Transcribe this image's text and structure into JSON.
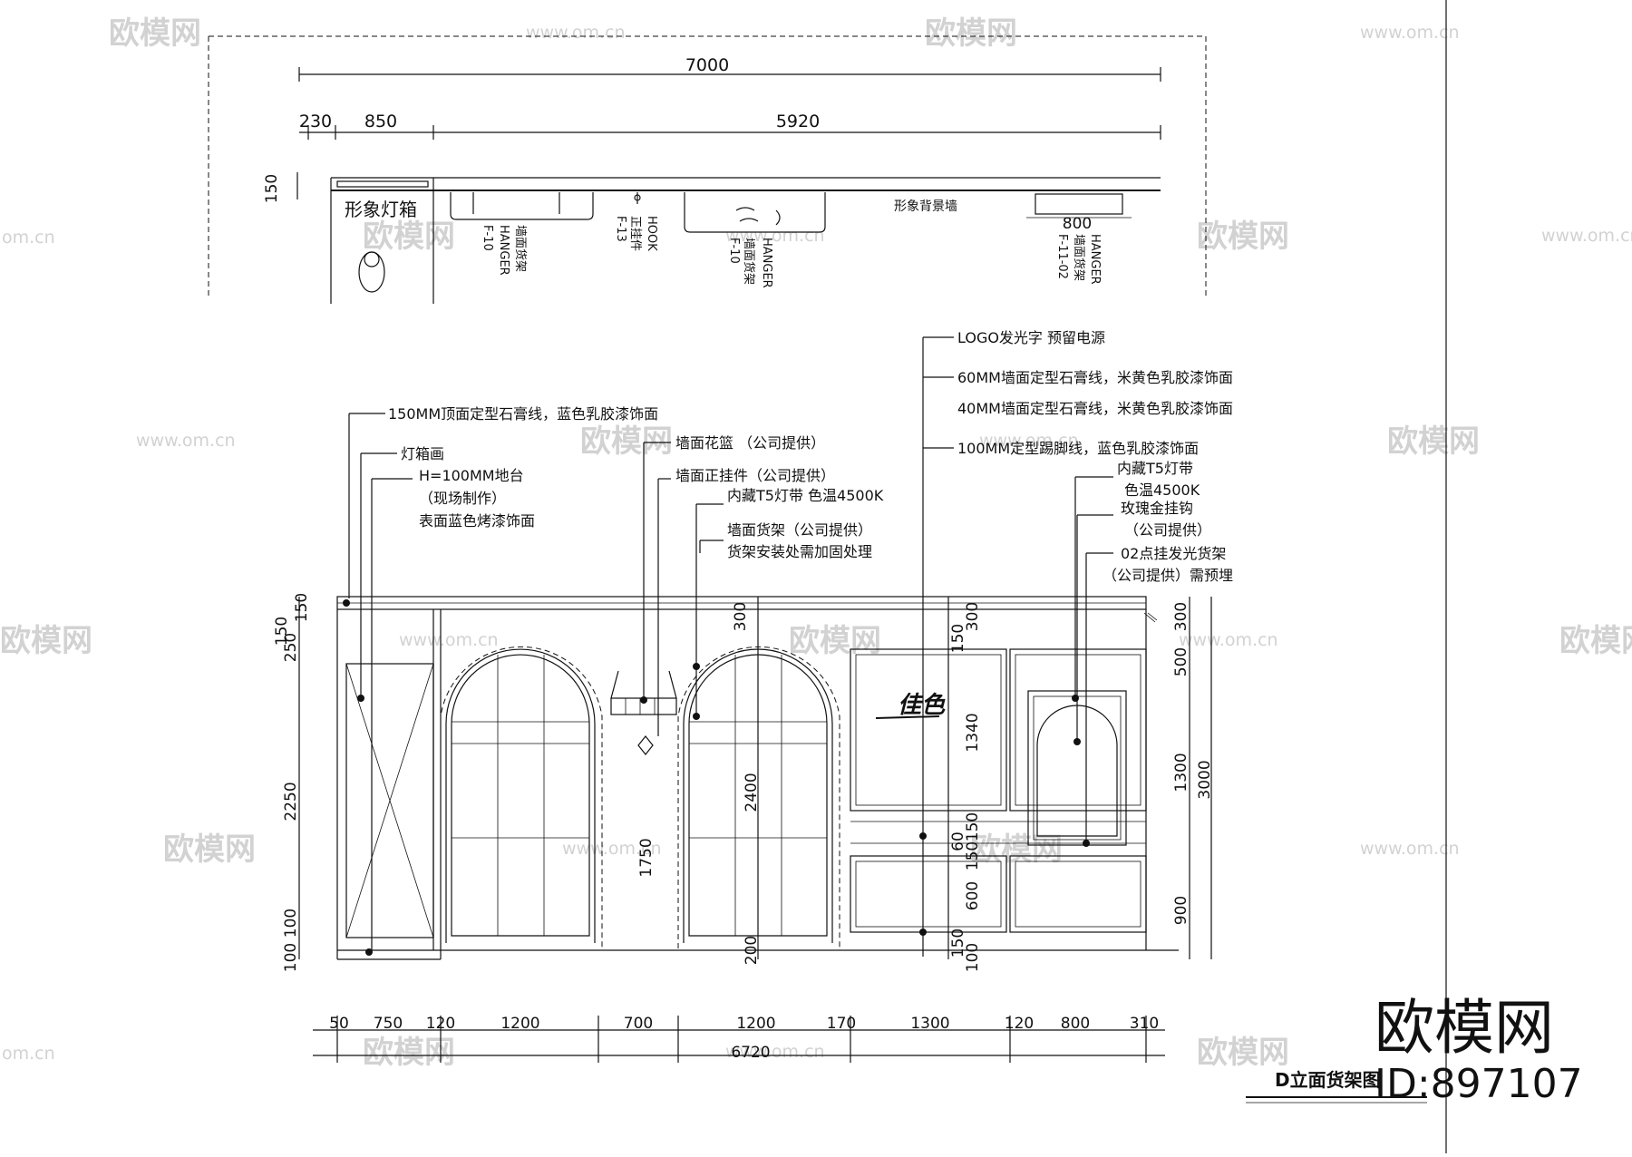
{
  "plan": {
    "dims_top": {
      "total": "7000",
      "left_a": "230",
      "left_b": "850",
      "main": "5920",
      "depth": "150"
    },
    "lightbox_label": "形象灯箱",
    "back_wall_label": "形象背景墙",
    "hanger_1": {
      "en": "HANGER",
      "cn": "墙面货架",
      "code": "F-10"
    },
    "hook": {
      "en": "HOOK",
      "cn": "正挂件",
      "code": "F-13"
    },
    "hanger_2": {
      "en": "HANGER",
      "cn": "墙面货架",
      "code": "F-10"
    },
    "hanger_3": {
      "en": "HANGER",
      "cn": "墙面货架",
      "code": "F-11-02",
      "width": "800"
    }
  },
  "notes_left": {
    "ceiling_molding": "150MM顶面定型石膏线，蓝色乳胶漆饰面",
    "lightbox_painting": "灯箱画",
    "platform_1": "H=100MM地台",
    "platform_2": "（现场制作）",
    "platform_3": "表面蓝色烤漆饰面"
  },
  "notes_mid": {
    "flower_basket": "墙面花篮   （公司提供）",
    "front_hanger": "墙面正挂件（公司提供）",
    "t5_strip": "内藏T5灯带   色温4500K",
    "wall_rack_1": "墙面货架（公司提供）",
    "wall_rack_2": "货架安装处需加固处理"
  },
  "notes_right": {
    "logo": "LOGO发光字   预留电源",
    "molding_60": "60MM墙面定型石膏线，米黄色乳胶漆饰面",
    "molding_40": "40MM墙面定型石膏线，米黄色乳胶漆饰面",
    "skirting": "100MM定型踢脚线，蓝色乳胶漆饰面",
    "t5_a": "内藏T5灯带",
    "t5_b": "色温4500K",
    "rose_hook_a": "玫瑰金挂钩",
    "rose_hook_b": "（公司提供）",
    "rack02_a": "02点挂发光货架",
    "rack02_b": "（公司提供）需预埋"
  },
  "logo_script": "佳色",
  "elevation_dims": {
    "left_150a": "150",
    "left_150b": "150",
    "left_250": "250",
    "left_2250": "2250",
    "left_100a": "100",
    "left_100b": "100",
    "arch_300": "300",
    "arch_2400": "2400",
    "arch_200": "200",
    "mid_1750": "1750",
    "panel_150a": "150",
    "panel_1340": "1340",
    "panel_150b": "150",
    "panel_60": "60",
    "panel_150c": "150",
    "panel_600": "600",
    "panel_150d": "150",
    "panel_100": "100",
    "panel_300": "300",
    "right_300": "300",
    "right_500": "500",
    "right_1300": "1300",
    "right_900": "900",
    "right_3000": "3000"
  },
  "bottom_dims": [
    "50",
    "750",
    "120",
    "1200",
    "700",
    "1200",
    "170",
    "1300",
    "120",
    "800",
    "310"
  ],
  "bottom_total": "6720",
  "drawing_title": "D立面货架图",
  "brand": {
    "name": "欧模网",
    "id": "ID:897107",
    "watermark": "欧模网",
    "watermark_url": "www.om.cn",
    "watermark_url_short": "om.cn"
  }
}
